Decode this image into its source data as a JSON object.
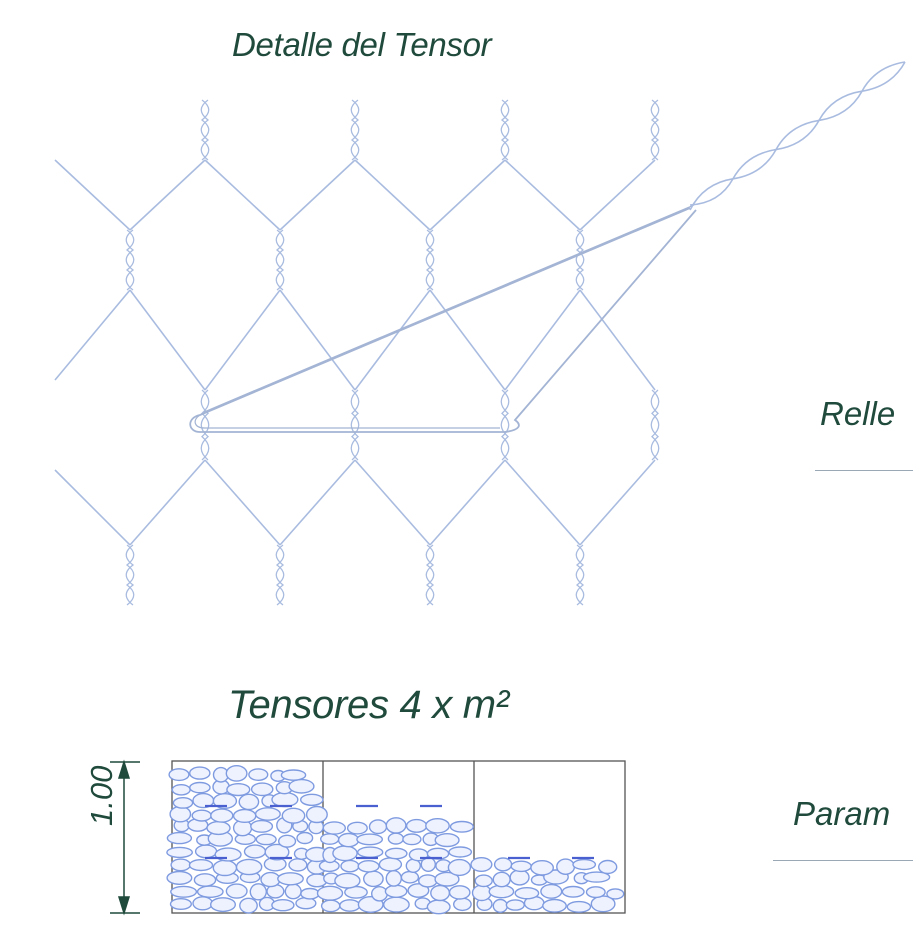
{
  "diagram": {
    "title_detail": "Detalle del Tensor",
    "title_tensores": "Tensores 4 x m²",
    "label_relleno": "Relle",
    "label_paramento": "Param",
    "dimension": "1.00"
  },
  "colors": {
    "text": "#1f4a3c",
    "wire": "#9fb4d6",
    "stone_outline": "#7f9be0",
    "tensor_mark": "#4a5fd0",
    "frame": "#555555"
  }
}
